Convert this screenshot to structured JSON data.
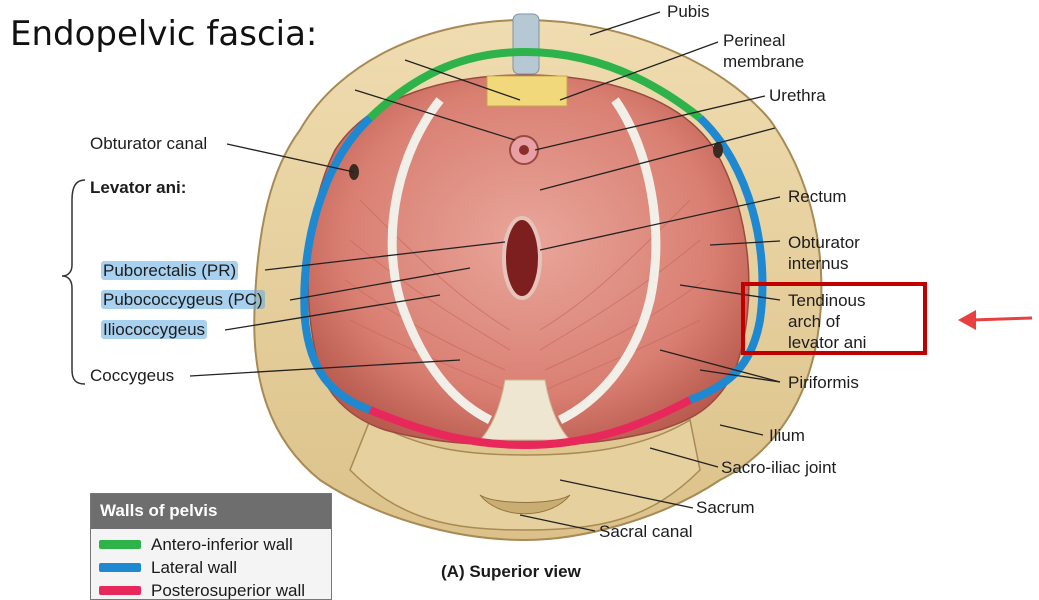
{
  "slide_title": "Endopelvic fascia:",
  "labels": {
    "pubis": "Pubis",
    "perineal_membrane_line1": "Perineal",
    "perineal_membrane_line2": "membrane",
    "urethra": "Urethra",
    "obturator_canal": "Obturator canal",
    "levator_ani_heading": "Levator ani:",
    "rectum": "Rectum",
    "obturator_internus_line1": "Obturator",
    "obturator_internus_line2": "internus",
    "puborectalis": "Puborectalis (PR)",
    "pubococcygeus": "Pubococcygeus (PC)",
    "iliococcygeus": "Iliococcygeus",
    "tendinous_arch_line1": "Tendinous",
    "tendinous_arch_line2": "arch of",
    "tendinous_arch_line3": "levator ani",
    "coccygeus": "Coccygeus",
    "piriformis": "Piriformis",
    "ilium": "Ilium",
    "sacro_iliac_joint": "Sacro-iliac joint",
    "sacrum": "Sacrum",
    "sacral_canal": "Sacral canal"
  },
  "view_caption": "(A) Superior view",
  "legend": {
    "title": "Walls of pelvis",
    "items": [
      {
        "label": "Antero-inferior wall",
        "color": "#2db34a"
      },
      {
        "label": "Lateral wall",
        "color": "#1e88d0"
      },
      {
        "label": "Posterosuperior wall",
        "color": "#e8285a"
      }
    ]
  },
  "colors": {
    "highlight_box": "#c00000",
    "arrow": "#e84040",
    "text_highlight": "#60aae1"
  }
}
